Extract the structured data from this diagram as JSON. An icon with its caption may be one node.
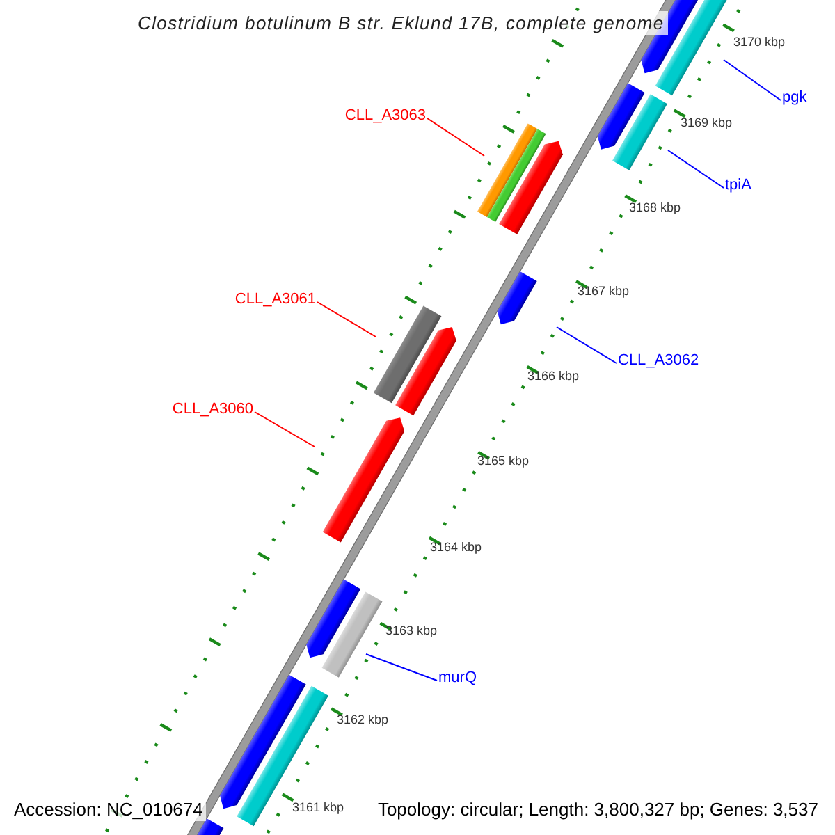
{
  "diagram": {
    "title": "Clostridium botulinum B str. Eklund 17B, complete genome",
    "nodes": [
      {
        "text": [
          "CLL_A3063"
        ]
      },
      {
        "text": [
          "pgk"
        ]
      },
      {
        "text": [
          "tpiA"
        ]
      },
      {
        "text": [
          "CLL_A3061"
        ]
      },
      {
        "text": [
          "CLL_A3062"
        ]
      },
      {
        "text": [
          "CLL_A3060"
        ]
      },
      {
        "text": [
          "murQ"
        ]
      }
    ],
    "edges": [
      {
        "from": 0,
        "to": null,
        "arrow": "none",
        "color": "#ff0000"
      },
      {
        "from": 1,
        "to": null,
        "arrow": "none"
      },
      {
        "from": 2,
        "to": null,
        "arrow": "none"
      },
      {
        "from": 3,
        "to": null,
        "arrow": "none",
        "color": "#ff0000"
      },
      {
        "from": 4,
        "to": null,
        "arrow": "none"
      },
      {
        "from": 5,
        "to": null,
        "arrow": "none",
        "color": "#ff0000"
      },
      {
        "from": 6,
        "to": null,
        "arrow": "none"
      }
    ],
    "labels": [
      "3170 kbp",
      "3169 kbp",
      "3168 kbp",
      "3167 kbp",
      "3166 kbp",
      "3165 kbp",
      "3164 kbp",
      "3163 kbp",
      "3162 kbp",
      "3161 kbp",
      "Accession: NC_010674",
      "Topology: circular; Length: 3,800,327 bp; Genes: 3,537"
    ]
  }
}
